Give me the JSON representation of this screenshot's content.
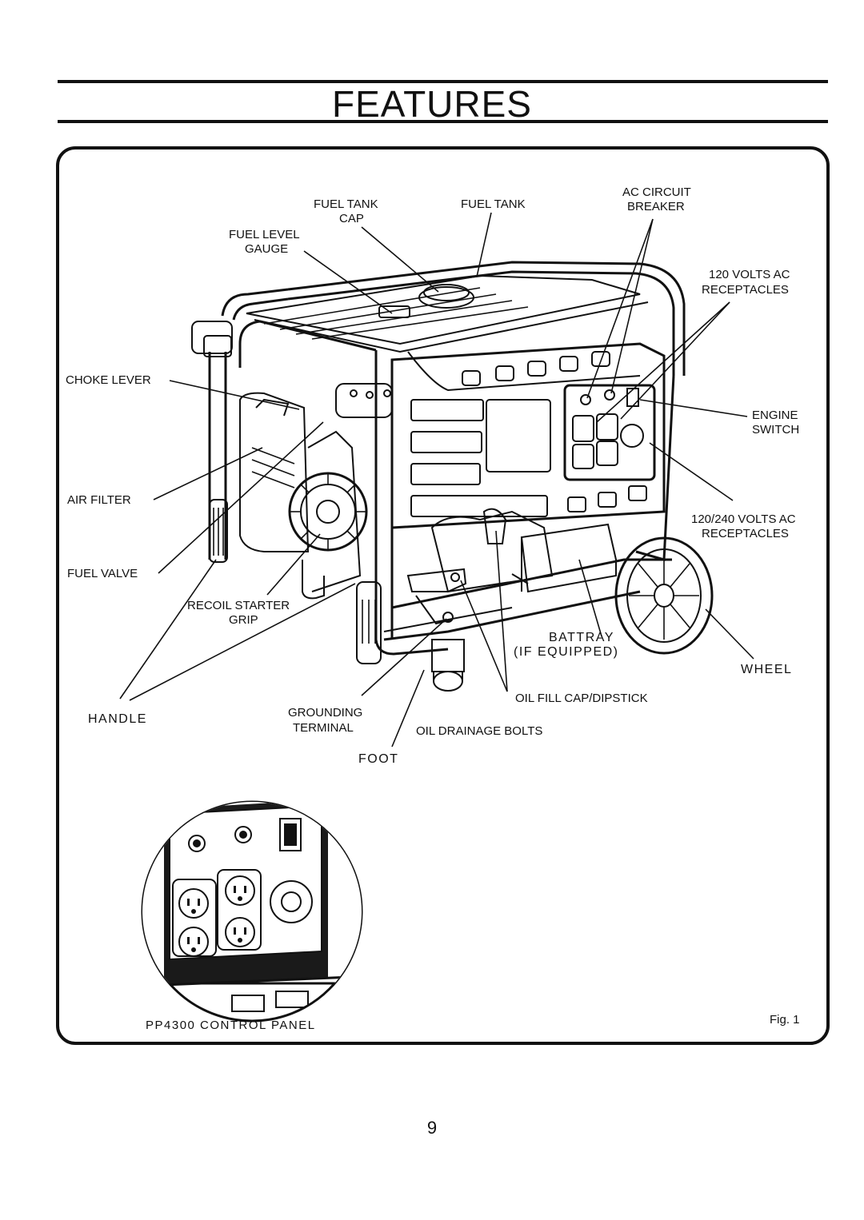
{
  "page": {
    "title": "FEATURES",
    "page_number": "9",
    "figure_caption": "Fig. 1",
    "inset_caption": "PP4300   CONTROL PANEL"
  },
  "callouts": {
    "fuel_tank_cap": [
      "FUEL TANK",
      "CAP"
    ],
    "fuel_tank": "FUEL TANK",
    "ac_circuit_breaker": [
      "AC CIRCUIT",
      "BREAKER"
    ],
    "fuel_level_gauge": [
      "FUEL LEVEL",
      "GAUGE"
    ],
    "receptacles_120": [
      "120 VOLTS AC",
      "RECEPTACLES"
    ],
    "choke_lever": "CHOKE LEVER",
    "engine_switch": [
      "ENGINE",
      "SWITCH"
    ],
    "air_filter": "AIR FILTER",
    "receptacles_120_240": [
      "120/240 VOLTS AC",
      "RECEPTACLES"
    ],
    "fuel_valve": "FUEL VALVE",
    "recoil_starter_grip": [
      "RECOIL STARTER",
      "GRIP"
    ],
    "battray": [
      "BATTRAY",
      "(IF EQUIPPED)"
    ],
    "wheel": "WHEEL",
    "oil_fill_cap": "OIL FILL CAP/DIPSTICK",
    "handle": "HANDLE",
    "grounding_terminal": [
      "GROUNDING",
      "TERMINAL"
    ],
    "oil_drainage_bolts": "OIL DRAINAGE BOLTS",
    "foot": "FOOT"
  }
}
